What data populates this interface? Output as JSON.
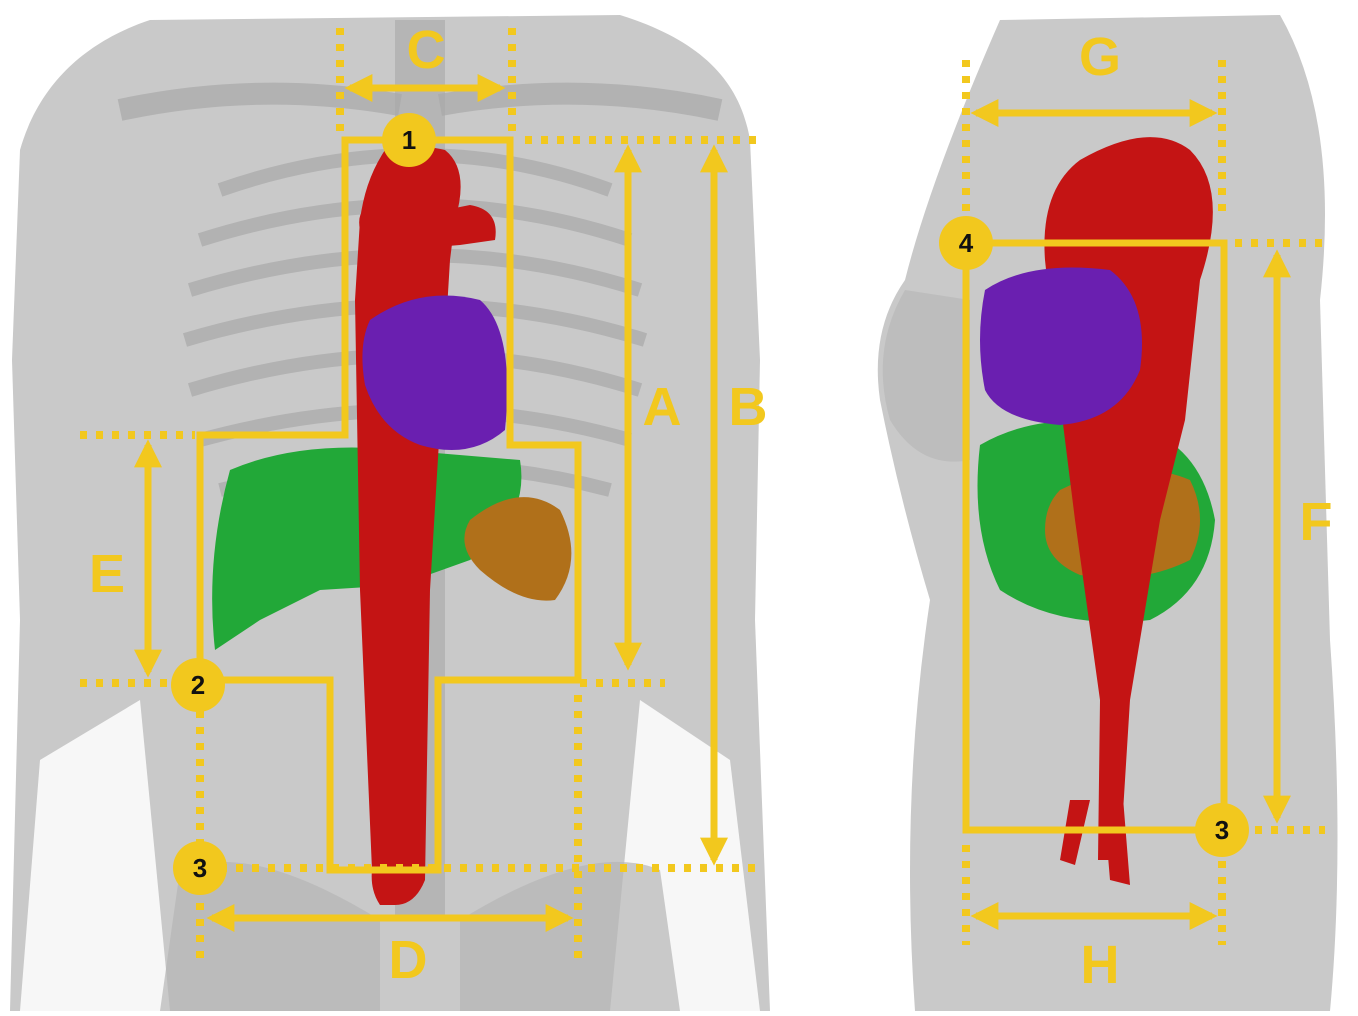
{
  "colors": {
    "background": "#ffffff",
    "body": "#c9c9c9",
    "skeleton": "#a8a8a8",
    "annotation": "#f2c81e",
    "aorta": "#c41414",
    "heart": "#6a1fb0",
    "liver": "#22a838",
    "spleen": "#b0701a"
  },
  "front_view": {
    "dimensions": {
      "A": "A",
      "B": "B",
      "C": "C",
      "D": "D",
      "E": "E"
    },
    "points": {
      "p1": "1",
      "p2": "2",
      "p3": "3"
    }
  },
  "side_view": {
    "dimensions": {
      "F": "F",
      "G": "G",
      "H": "H"
    },
    "points": {
      "p3": "3",
      "p4": "4"
    }
  }
}
